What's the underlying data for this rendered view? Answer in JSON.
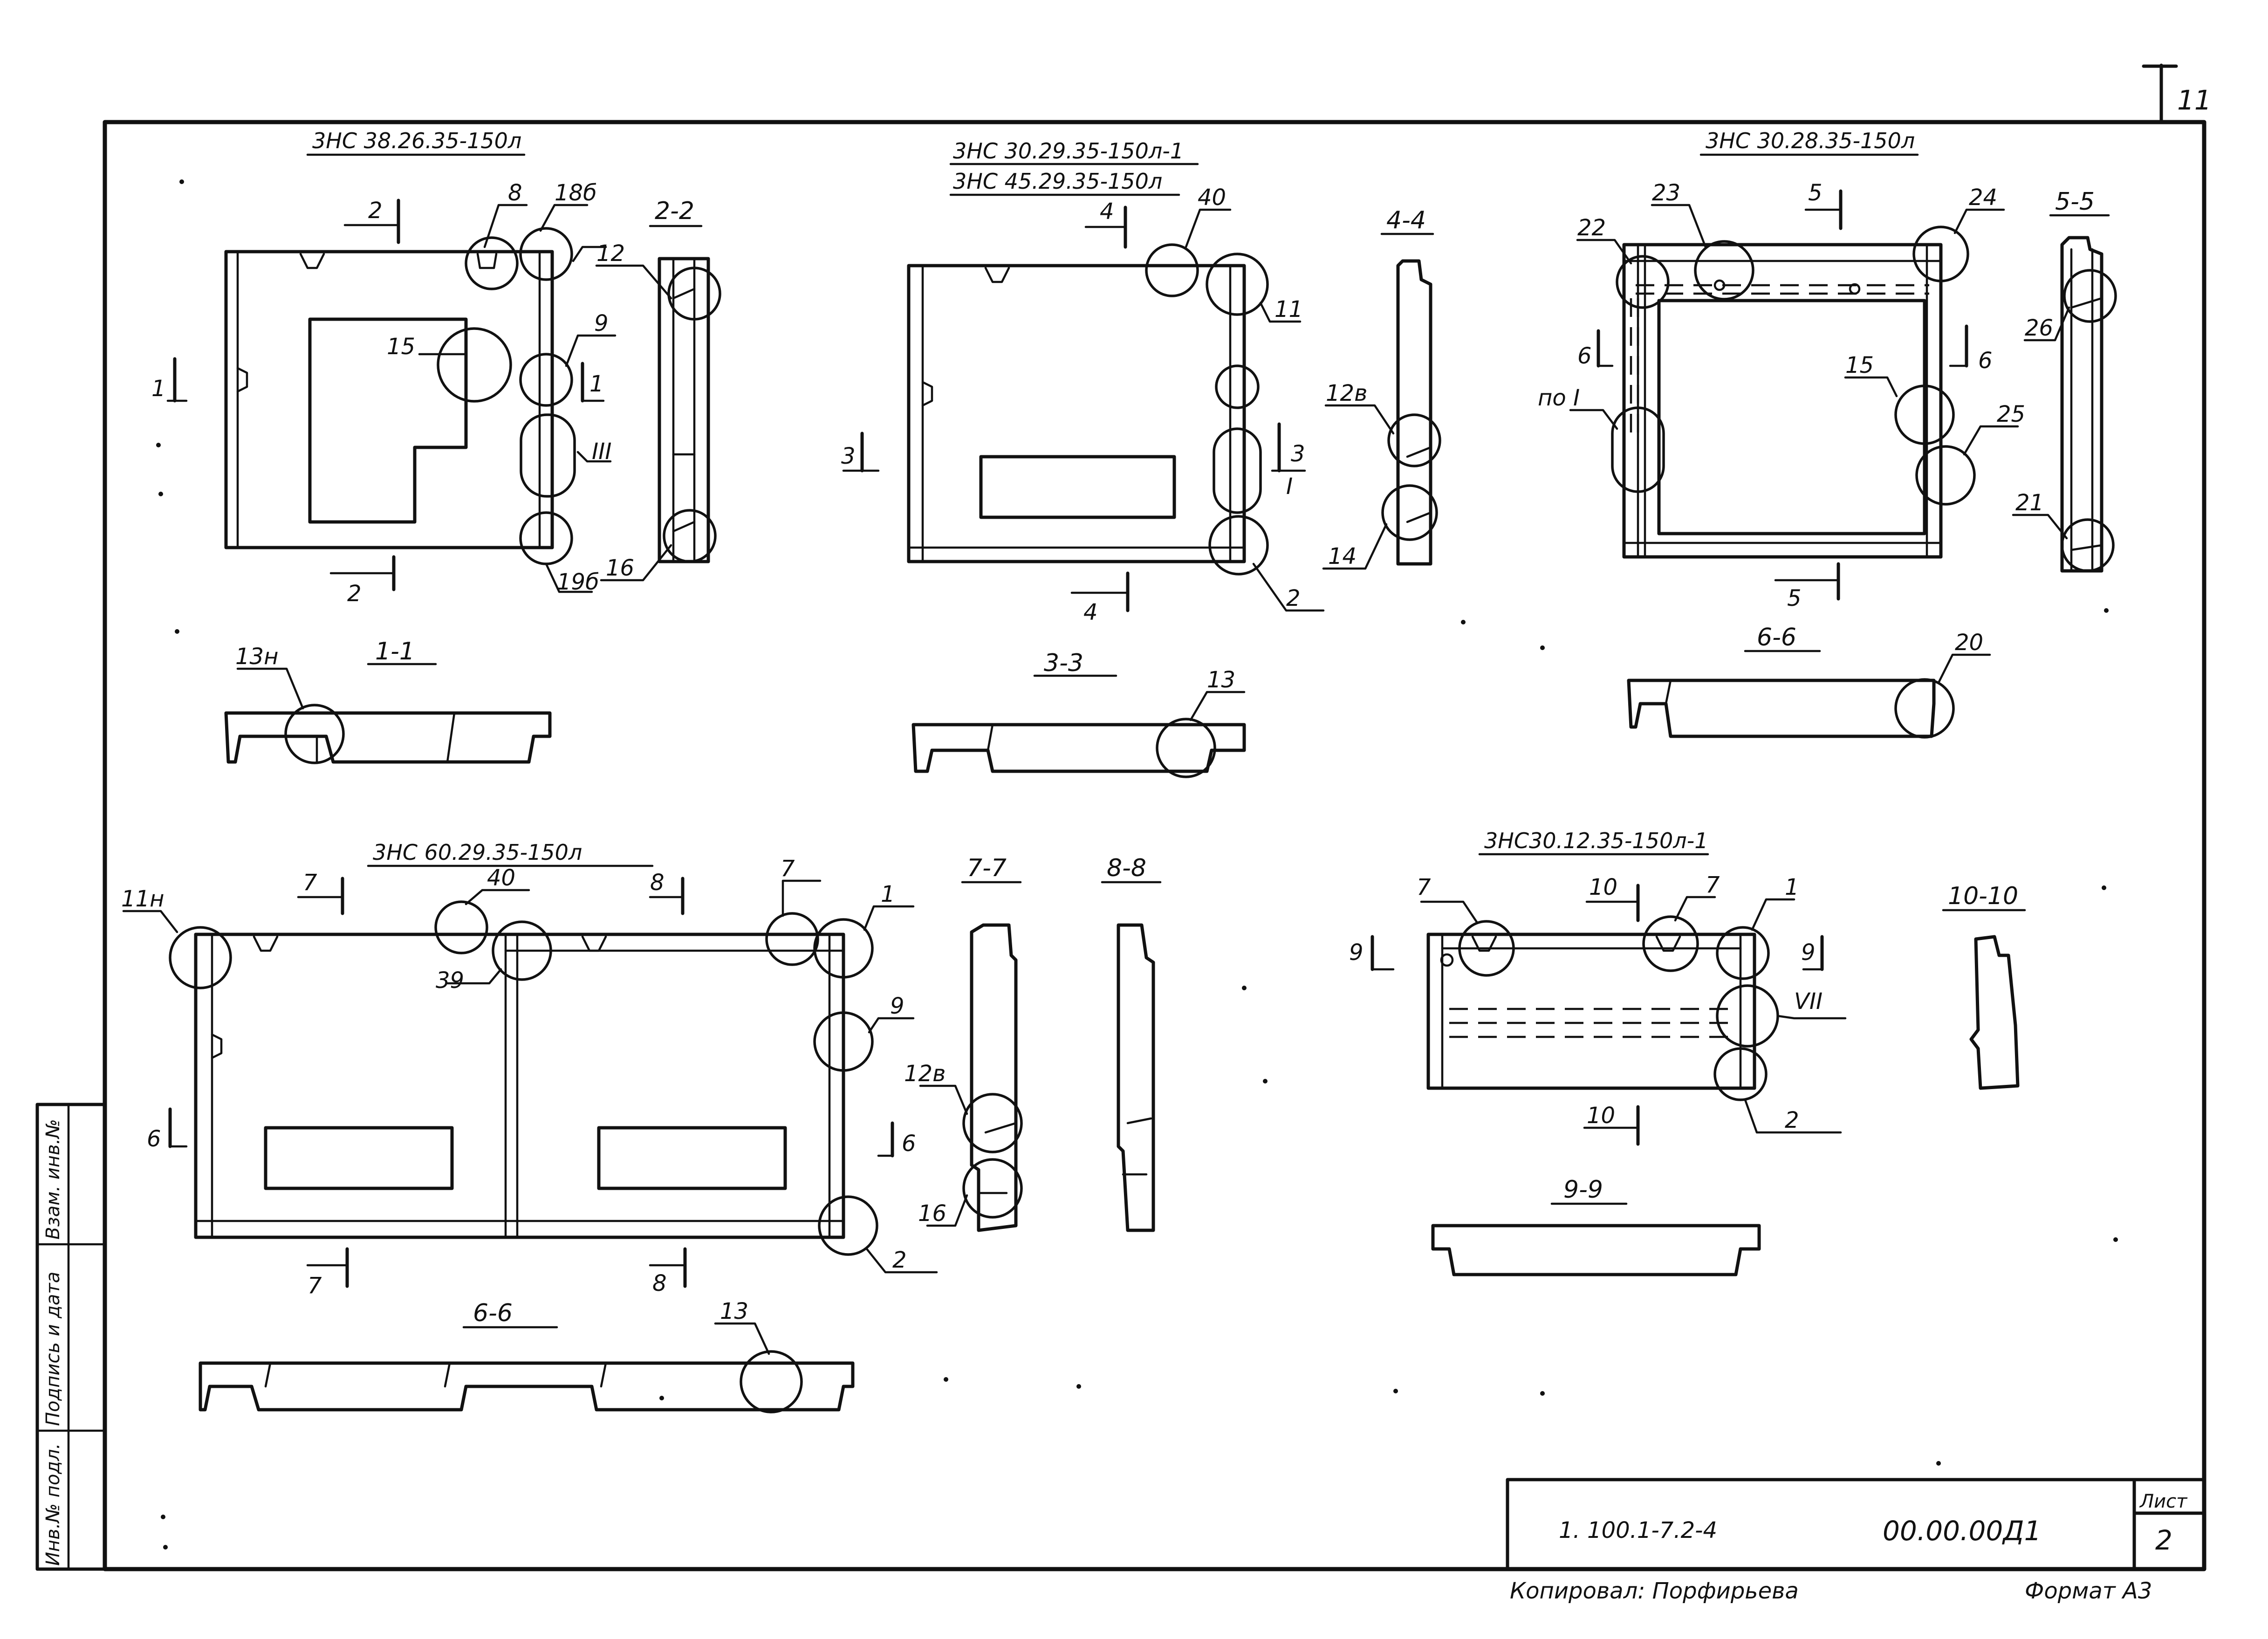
{
  "sheet_number_top": "11",
  "title_block": {
    "doc_code": "1. 100.1-7.2-4",
    "drawing_code": "00.00.00Д1",
    "sheet_label": "Лист",
    "sheet_no": "2",
    "copied_by": "Копировал: Порфирьева",
    "format": "Формат А3"
  },
  "side_stamp": [
    "Инв.№ подл.",
    "Подпись и дата",
    "Взам. инв.№"
  ],
  "panels": {
    "p1": {
      "title": "3НС 38.26.35-150л",
      "labels": {
        "s2top": "2",
        "s2bot": "2",
        "s1": "1",
        "s1r": "1",
        "c8": "8",
        "c18b": "18б",
        "c12": "12",
        "c9": "9",
        "c15": "15",
        "c19b": "19б",
        "c16": "16",
        "cIII": "III",
        "sec22": "2-2",
        "sec11": "1-1",
        "c13n": "13н"
      }
    },
    "p2": {
      "title_line1": "3НС 30.29.35-150л-1",
      "title_line2": "3НС 45.29.35-150л",
      "labels": {
        "s4top": "4",
        "s4bot": "4",
        "s3": "3",
        "s3r": "3",
        "cI": "I",
        "c40": "40",
        "c11": "11",
        "c2": "2",
        "c12b": "12в",
        "c14": "14",
        "sec44": "4-4",
        "sec33": "3-3",
        "c13": "13"
      }
    },
    "p3": {
      "title": "3НС 30.28.35-150л",
      "labels": {
        "s5top": "5",
        "s5bot": "5",
        "s6": "6",
        "s6r": "6",
        "c22": "22",
        "c23": "23",
        "c24": "24",
        "poI": "по I",
        "c15": "15",
        "c25": "25",
        "c26": "26",
        "c21": "21",
        "sec55": "5-5",
        "sec66": "6-6",
        "c20": "20"
      }
    },
    "p4": {
      "title": "3НС 60.29.35-150л",
      "labels": {
        "s7top": "7",
        "s7bot": "7",
        "s8top": "8",
        "s8bot": "8",
        "s6": "6",
        "s6r": "6",
        "c11n": "11н",
        "c40": "40",
        "c39": "39",
        "c7": "7",
        "c1": "1",
        "c9": "9",
        "c2": "2",
        "c12b": "12в",
        "c16": "16",
        "sec77": "7-7",
        "sec88": "8-8",
        "sec66": "6-6",
        "c13": "13"
      }
    },
    "p5": {
      "title": "3НС30.12.35-150л-1",
      "labels": {
        "s10top": "10",
        "s10bot": "10",
        "s9": "9",
        "s9r": "9",
        "c7a": "7",
        "c7b": "7",
        "c1": "1",
        "cVII": "VII",
        "c2": "2",
        "sec1010": "10-10",
        "sec99": "9-9"
      }
    }
  }
}
